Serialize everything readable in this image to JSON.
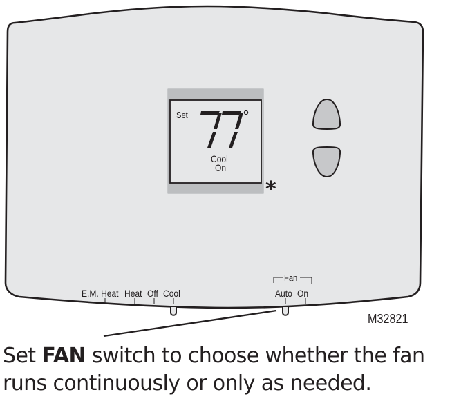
{
  "display": {
    "set_label": "Set",
    "temperature": "77",
    "degree_symbol": "°",
    "mode_line1": "Cool",
    "mode_line2": "On",
    "asterisk": "*"
  },
  "buttons": {
    "up": "up-arrow",
    "down": "down-arrow"
  },
  "system_switch": {
    "positions": [
      "E.M. Heat",
      "Heat",
      "Off",
      "Cool"
    ],
    "selected": "Cool"
  },
  "fan_switch": {
    "title": "Fan",
    "positions": [
      "Auto",
      "On"
    ],
    "selected": "Auto"
  },
  "figure_id": "M32821",
  "caption": {
    "prefix": "Set ",
    "bold": "FAN",
    "rest_line1": " switch to choose whether the fan",
    "line2": "runs continuously or only as needed."
  },
  "colors": {
    "body_fill": "#e6e7e8",
    "outline": "#231f20",
    "bezel": "#bcbec0",
    "lcd": "#e6e7e8",
    "button_fill": "#c7c8ca"
  }
}
